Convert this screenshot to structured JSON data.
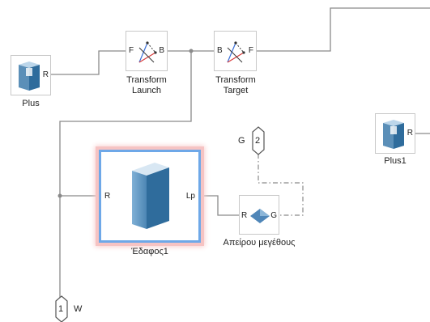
{
  "blocks": {
    "plus": {
      "name": "Plus",
      "port_r": "R"
    },
    "transform_launch": {
      "name_line1": "Transform",
      "name_line2": "Launch",
      "port_left": "F",
      "port_right": "B"
    },
    "transform_target": {
      "name_line1": "Transform",
      "name_line2": "Target",
      "port_left": "B",
      "port_right": "F"
    },
    "plus1": {
      "name": "Plus1",
      "port_r": "R"
    },
    "edafos1": {
      "name": "Έδαφος1",
      "port_r": "R",
      "port_lp": "Lp"
    },
    "apeirou": {
      "name": "Απείρου μεγέθους",
      "port_r": "R",
      "port_g": "G"
    }
  },
  "ports": {
    "in1": {
      "number": "1",
      "label": "W"
    },
    "in2": {
      "number": "2",
      "label": "G"
    }
  },
  "colors": {
    "selection_outline": "#6ea8e8",
    "selection_glow": "#f6c3c3",
    "line": "#8a8a8a",
    "block_border": "#c8c8c8"
  }
}
